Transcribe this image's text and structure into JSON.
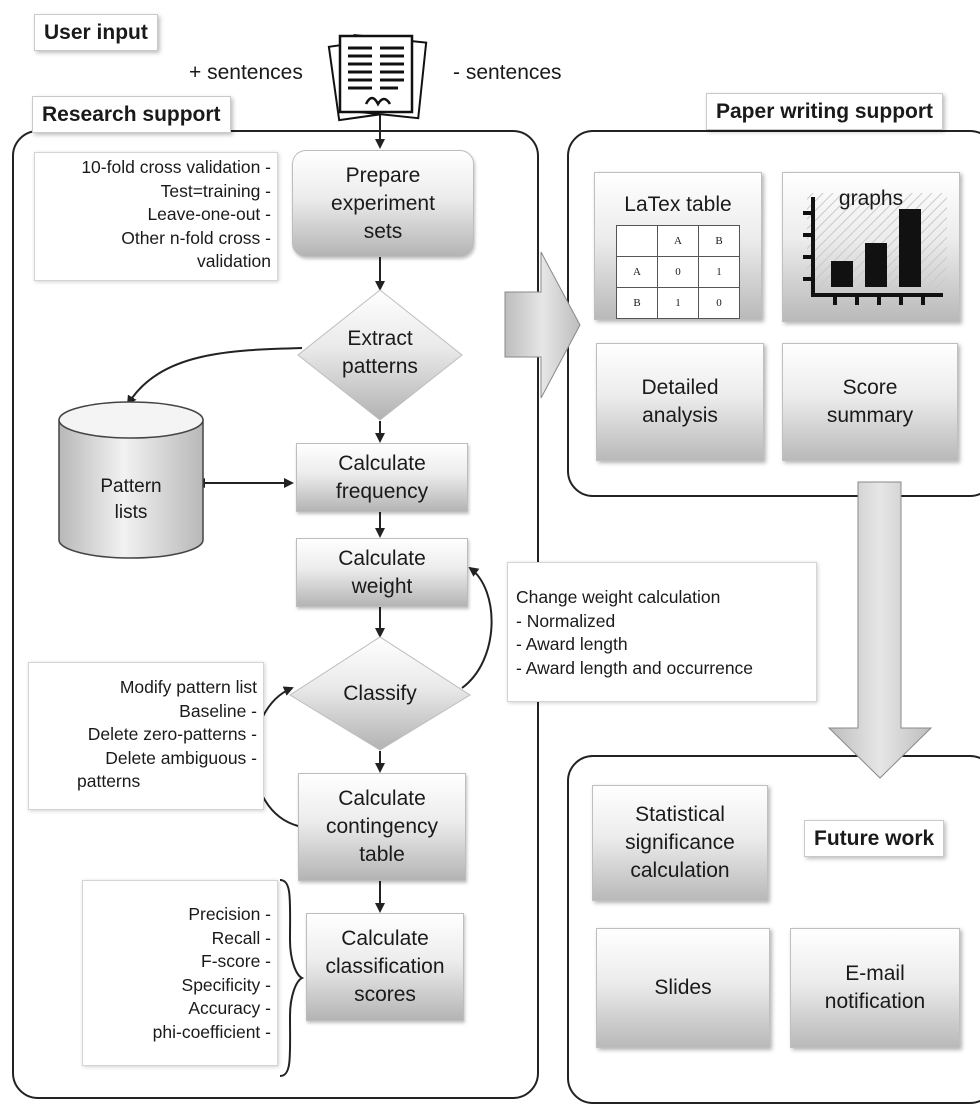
{
  "header": {
    "user_input": "User input",
    "plus_sentences": "+ sentences",
    "minus_sentences": "- sentences"
  },
  "research": {
    "title": "Research support",
    "validation_notes": [
      "10-fold cross validation -",
      "Test=training -",
      "Leave-one-out -",
      "Other n-fold cross  -",
      "validation"
    ],
    "steps": {
      "prepare": [
        "Prepare",
        "experiment",
        "sets"
      ],
      "extract": [
        "Extract",
        "patterns"
      ],
      "frequency": [
        "Calculate",
        "frequency"
      ],
      "weight": [
        "Calculate",
        "weight"
      ],
      "classify": [
        "Classify"
      ],
      "contingency": [
        "Calculate",
        "contingency",
        "table"
      ],
      "scores": [
        "Calculate",
        "classification",
        "scores"
      ]
    },
    "pattern_store": [
      "Pattern",
      "lists"
    ],
    "weight_notes": [
      "Change weight calculation",
      "-  Normalized",
      "-  Award length",
      "-  Award length and occurrence"
    ],
    "modify_notes": [
      "Modify pattern list",
      "Baseline -",
      "Delete zero-patterns -",
      "Delete ambiguous -",
      "patterns"
    ],
    "score_notes": [
      "Precision -",
      "Recall -",
      "F-score -",
      "Specificity -",
      "Accuracy -",
      "phi-coefficient -"
    ]
  },
  "paper": {
    "title": "Paper writing support",
    "latex_title": "LaTex table",
    "latex_table": [
      [
        "",
        "A",
        "B"
      ],
      [
        "A",
        "0",
        "1"
      ],
      [
        "B",
        "1",
        "0"
      ]
    ],
    "graphs_title": "graphs",
    "detailed": [
      "Detailed",
      "analysis"
    ],
    "summary": [
      "Score",
      "summary"
    ]
  },
  "future": {
    "title": "Future work",
    "statistical": [
      "Statistical",
      "significance",
      "calculation"
    ],
    "slides": [
      "Slides"
    ],
    "email": [
      "E-mail",
      "notification"
    ]
  }
}
